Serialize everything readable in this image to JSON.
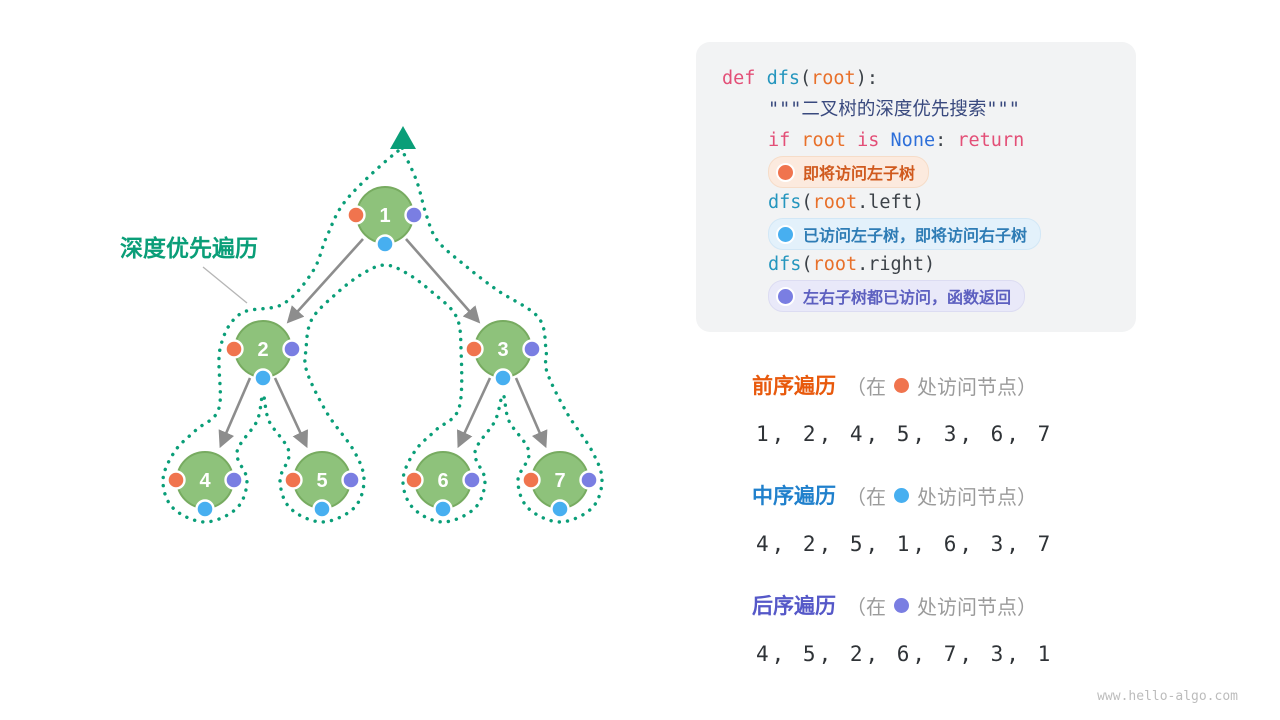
{
  "colors": {
    "teal": "#0a9e78",
    "node_green": "#8ec27b",
    "node_green_border": "#77ab60",
    "preorder_orange": "#f0744e",
    "inorder_blue": "#47aff0",
    "postorder_purple": "#7a7ee2",
    "preorder_title": "#e8590c",
    "inorder_title": "#2080cc",
    "postorder_title": "#5558c8",
    "edge_gray": "#8d8d8d"
  },
  "diagram": {
    "label": "深度优先遍历",
    "nodes": [
      "1",
      "2",
      "3",
      "4",
      "5",
      "6",
      "7"
    ]
  },
  "code": {
    "kw_def": "def",
    "fn_dfs": "dfs",
    "paren_open": "(",
    "var_root": "root",
    "line1_end": "):",
    "docstring": "\"\"\"二叉树的深度优先搜索\"\"\"",
    "kw_if": "if",
    "kw_is": "is",
    "const_none": "None",
    "colon": ":",
    "kw_return": "return",
    "attr_left": ".left",
    "attr_right": ".right",
    "paren_close": ")",
    "badge_preorder": "即将访问左子树",
    "badge_inorder": "已访问左子树，即将访问右子树",
    "badge_postorder": "左右子树都已访问，函数返回"
  },
  "legend": [
    {
      "title": "前序遍历",
      "note_pre": "（在",
      "note_post": "处访问节点）",
      "sequence": "1, 2, 4, 5, 3, 6, 7"
    },
    {
      "title": "中序遍历",
      "note_pre": "（在",
      "note_post": "处访问节点）",
      "sequence": "4, 2, 5, 1, 6, 3, 7"
    },
    {
      "title": "后序遍历",
      "note_pre": "（在",
      "note_post": "处访问节点）",
      "sequence": "4, 5, 2, 6, 7, 3, 1"
    }
  ],
  "footer": {
    "text": "www.hello-algo.com"
  }
}
